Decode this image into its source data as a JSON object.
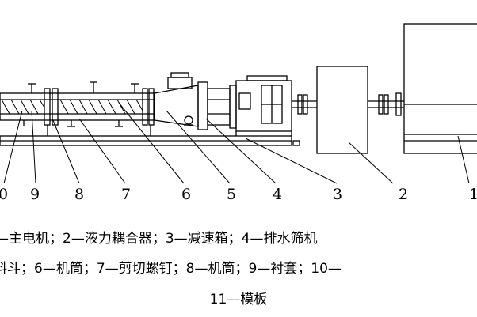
{
  "labels": [
    "0",
    "9",
    "8",
    "7",
    "6",
    "5",
    "4",
    "3",
    "2",
    "1"
  ],
  "caption": {
    "line1": "—主电机；2—液力耦合器；3—减速箱；4—排水筛机",
    "line2": "料斗；6—机筒；7—剪切螺钉；8—机筒；9—衬套；10—",
    "line3": "11—模板"
  }
}
